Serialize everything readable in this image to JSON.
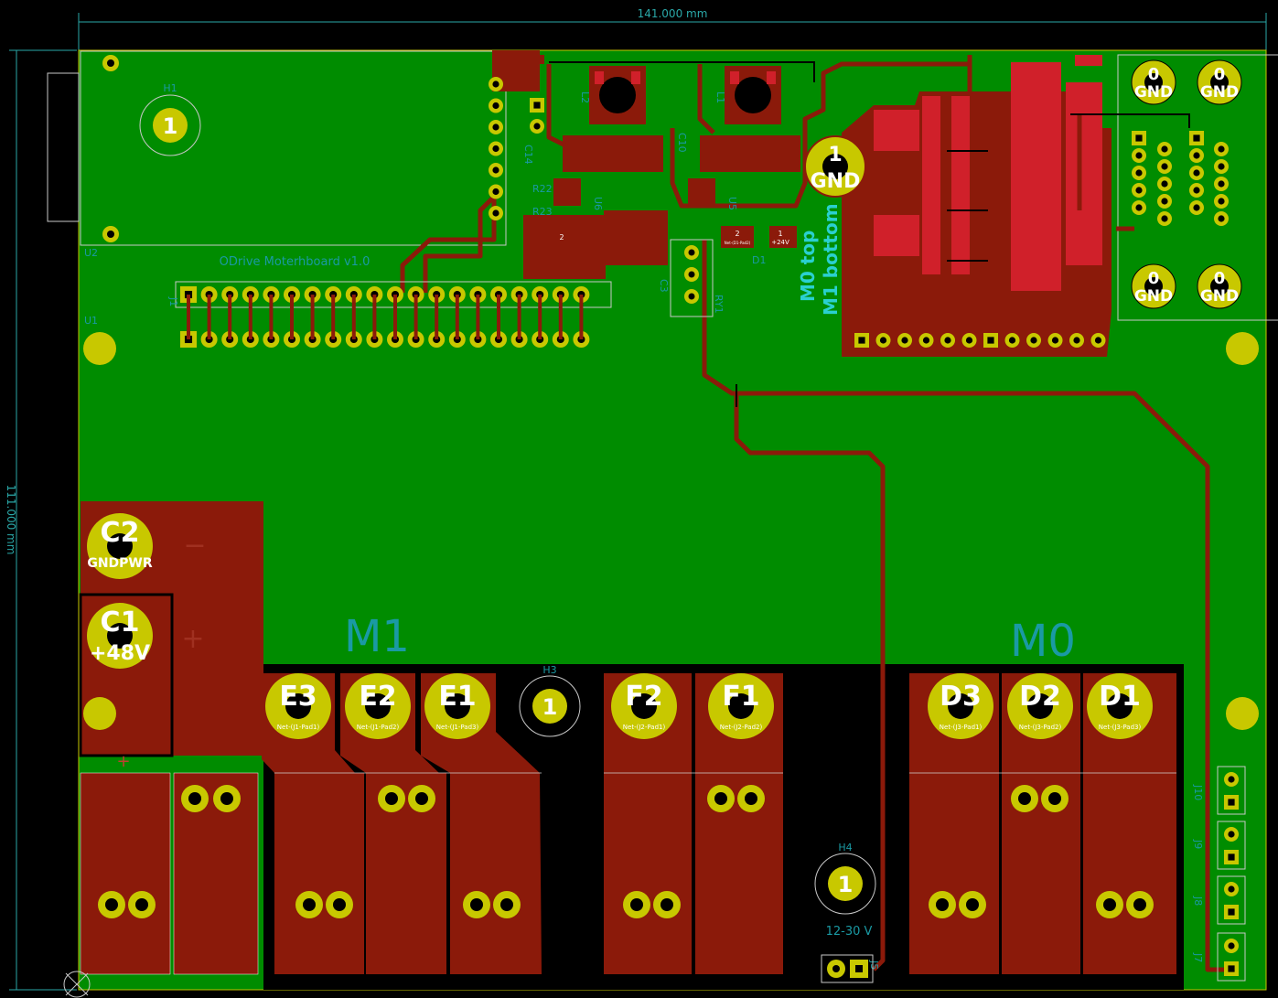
{
  "dimensions": {
    "width": "141.000 mm",
    "height": "111.000 mm"
  },
  "board_title": "ODrive Moterhboard v1.0",
  "layer_note": [
    "M0 top",
    "M1 bottom"
  ],
  "section_labels": {
    "m1": "M1",
    "m0": "M0"
  },
  "voltage_label": "12-30 V",
  "ref_labels": {
    "h1": "H1",
    "h3": "H3",
    "h4": "H4",
    "u1": "U1",
    "u2": "U2",
    "j1": "J1",
    "c1": "C1",
    "c10": "C10",
    "c14": "C14",
    "c3": "C3",
    "r22": "R22",
    "r23": "R23",
    "u6": "U6",
    "u5": "U5",
    "l2": "L2",
    "l1": "L1",
    "d1": "D1",
    "ry1": "RY1",
    "j10": "J10",
    "j9": "J9",
    "j8": "J8",
    "j7": "J7",
    "j5": "J5"
  },
  "mount_holes": {
    "h1": "1",
    "h3": "1",
    "h4": "1"
  },
  "gnd_pad": {
    "num": "1",
    "net": "GND"
  },
  "corner_pads": [
    {
      "num": "0",
      "net": "GND"
    },
    {
      "num": "0",
      "net": "GND"
    },
    {
      "num": "0",
      "net": "GND"
    },
    {
      "num": "0",
      "net": "GND"
    }
  ],
  "cap_pads": {
    "c2": {
      "name": "C2",
      "net": "GNDPWR"
    },
    "c1": {
      "name": "C1",
      "net": "+48V"
    }
  },
  "polarity": {
    "minus": "−",
    "plus": "+"
  },
  "motor_pads": [
    {
      "name": "E3",
      "net": "Net-(J1-Pad1)"
    },
    {
      "name": "E2",
      "net": "Net-(J1-Pad2)"
    },
    {
      "name": "E1",
      "net": "Net-(J1-Pad3)"
    },
    {
      "name": "F2",
      "net": "Net-(J2-Pad1)"
    },
    {
      "name": "F1",
      "net": "Net-(J2-Pad2)"
    },
    {
      "name": "D3",
      "net": "Net-(J3-Pad1)"
    },
    {
      "name": "D2",
      "net": "Net-(J3-Pad2)"
    },
    {
      "name": "D1",
      "net": "Net-(J3-Pad3)"
    }
  ],
  "small_pads": {
    "p2": "2",
    "p1": "1",
    "p24v": "+24V",
    "net_small": "Net-(D1-Pad2)"
  },
  "colors": {
    "board_green": "#008c00",
    "copper_red": "#8b1a0a",
    "pad_yellow": "#c8c800",
    "silk_cyan": "#1a9aa4"
  }
}
